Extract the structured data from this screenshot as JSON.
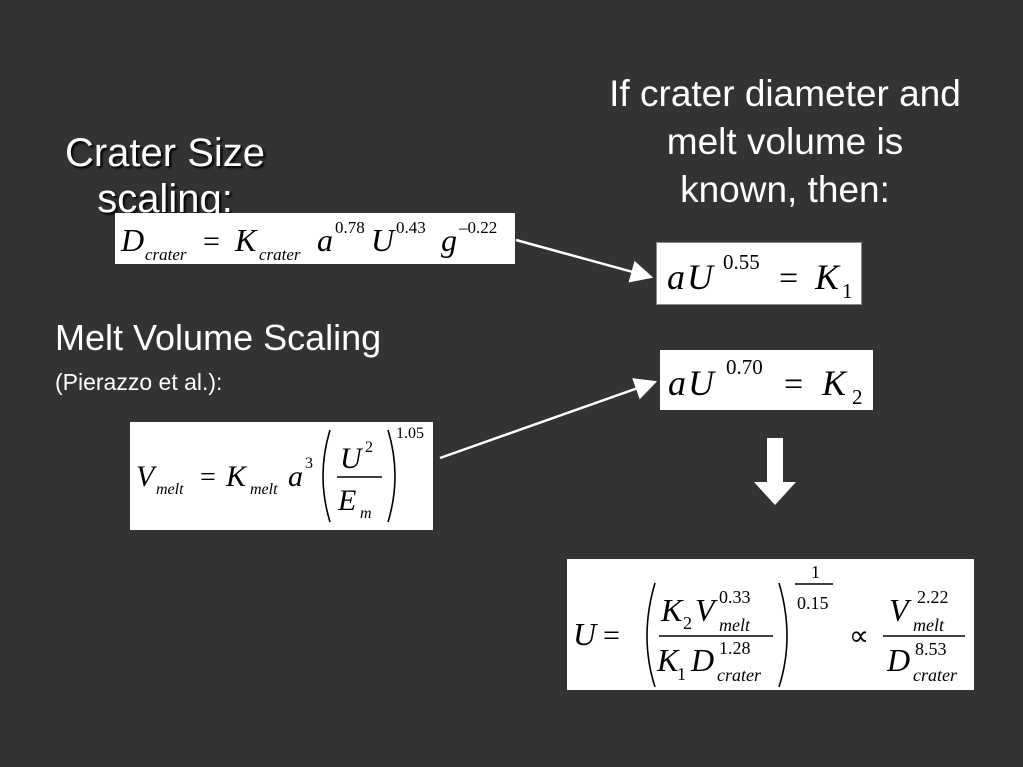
{
  "slide": {
    "title_line1": "Crater Size",
    "title_line2": "scaling:",
    "condition_line1": "If crater diameter and",
    "condition_line2": "melt volume is",
    "condition_line3": "known, then:",
    "melt_heading": "Melt Volume Scaling",
    "melt_reference": "(Pierazzo et al.):"
  },
  "equations": {
    "crater_size": {
      "D": "D",
      "sub_crater": "crater",
      "eq": "=",
      "K": "K",
      "a": "a",
      "exp_a": "0.78",
      "U": "U",
      "exp_U": "0.43",
      "g": "g",
      "exp_g": "–0.22"
    },
    "k1": {
      "a": "a",
      "U": "U",
      "exp": "0.55",
      "eq": "=",
      "K": "K",
      "sub": "1"
    },
    "k2": {
      "a": "a",
      "U": "U",
      "exp": "0.70",
      "eq": "=",
      "K": "K",
      "sub": "2"
    },
    "melt_volume": {
      "V": "V",
      "sub_melt": "melt",
      "eq": "=",
      "K": "K",
      "a": "a",
      "exp_a": "3",
      "U": "U",
      "exp_U": "2",
      "E": "E",
      "sub_m": "m",
      "exp_outer": "1.05"
    },
    "velocity": {
      "U": "U",
      "eq": "=",
      "K2": "K",
      "sub2": "2",
      "V": "V",
      "exp_v": "0.33",
      "sub_melt": "melt",
      "K1": "K",
      "sub1": "1",
      "D": "D",
      "exp_d": "1.28",
      "sub_crater": "crater",
      "outer_num": "1",
      "outer_den": "0.15",
      "prop": "∝",
      "V2": "V",
      "exp_v2": "2.22",
      "sub_melt2": "melt",
      "D2": "D",
      "exp_d2": "8.53",
      "sub_crater2": "crater"
    }
  },
  "colors": {
    "background": "#333333",
    "text": "#ffffff",
    "equation_box": "#ffffff"
  }
}
